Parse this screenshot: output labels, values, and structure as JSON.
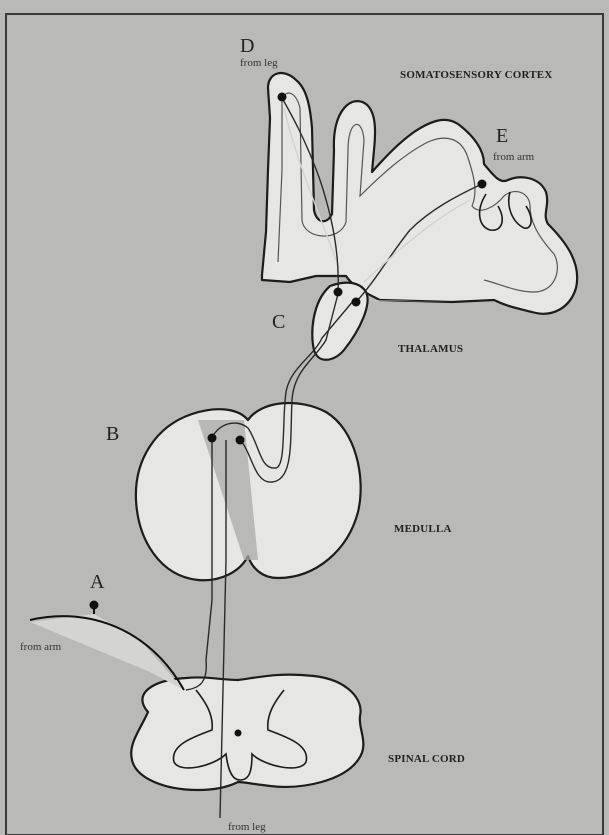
{
  "labels": {
    "d": "D",
    "d_sub": "from leg",
    "e": "E",
    "e_sub": "from arm",
    "c": "C",
    "b": "B",
    "a": "A",
    "a_sub": "from arm",
    "bottom_sub": "from leg"
  },
  "structures": {
    "cortex": "SOMATOSENSORY CORTEX",
    "thalamus": "THALAMUS",
    "medulla": "MEDULLA",
    "spinal_cord": "SPINAL CORD"
  },
  "colors": {
    "background": "#b9b9b7",
    "tissue": "#e6e6e4",
    "outline": "#1c1c1c",
    "shading": "#a9a9a8"
  }
}
